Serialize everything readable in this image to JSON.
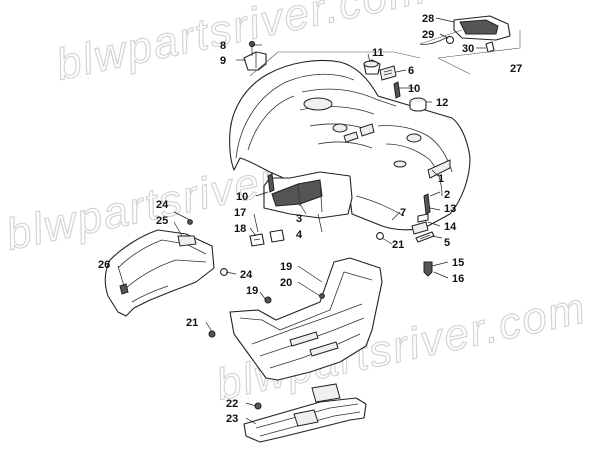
{
  "watermarks": [
    "blwpartsriver.com",
    "blwpartsriver.com",
    "blwpartsriver.com"
  ],
  "callouts": [
    "1",
    "2",
    "3",
    "4",
    "5",
    "6",
    "7",
    "8",
    "9",
    "10",
    "10",
    "11",
    "12",
    "13",
    "14",
    "15",
    "16",
    "17",
    "18",
    "19",
    "19",
    "20",
    "21",
    "21",
    "22",
    "23",
    "24",
    "24",
    "25",
    "26",
    "27",
    "28",
    "29",
    "30"
  ]
}
